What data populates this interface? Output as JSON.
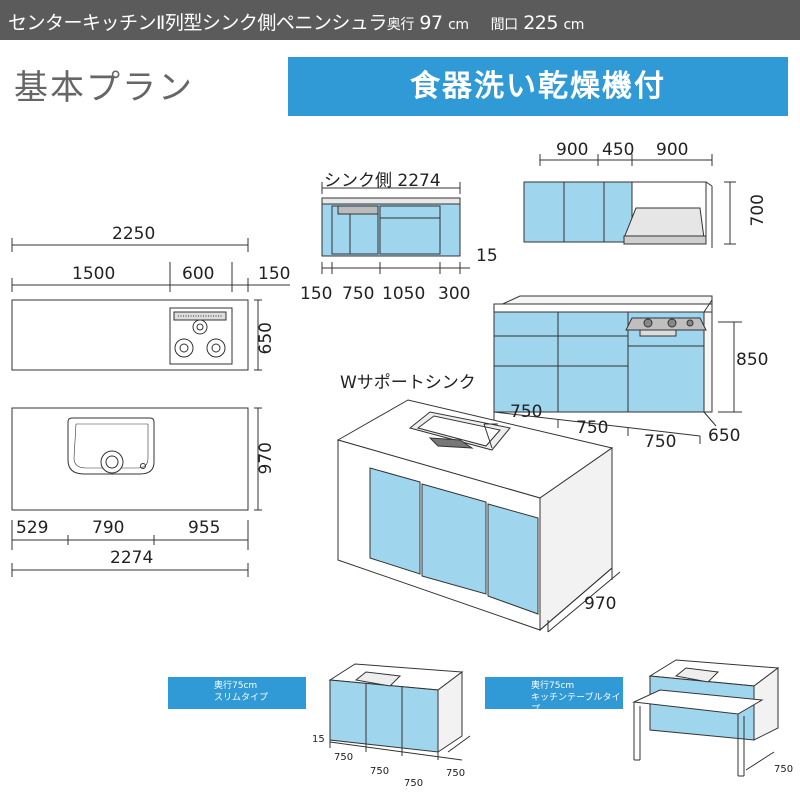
{
  "header": {
    "title": "センターキッチンⅡ列型シンク側ペニンシュラ",
    "depth_label": "奥行",
    "depth_value": "97",
    "depth_unit": "cm",
    "width_label": "間口",
    "width_value": "225",
    "width_unit": "cm"
  },
  "plan_title": "基本プラン",
  "banner": "食器洗い乾燥機付",
  "top_plan": {
    "total": "2250",
    "seg1": "1500",
    "seg2": "600",
    "seg3": "150",
    "depth": "650"
  },
  "island_plan": {
    "depth": "970",
    "seg1": "529",
    "seg2": "790",
    "seg3": "955",
    "total": "2274"
  },
  "sink_side": {
    "label": "シンク側",
    "width": "2274",
    "gap": "15",
    "seg1": "150",
    "seg2": "750",
    "seg3": "1050",
    "seg4": "300"
  },
  "wall_cabinet": {
    "seg1": "900",
    "seg2": "450",
    "seg3": "900",
    "height": "700"
  },
  "stove_side": {
    "height": "850",
    "w1": "750",
    "w2": "750",
    "w3": "750",
    "depth": "650"
  },
  "island_3d": {
    "sink_label": "Wサポートシンク",
    "depth": "970"
  },
  "slim": {
    "line1": "奥行75cm",
    "line2": "スリムタイプ",
    "gap": "15",
    "w1": "750",
    "w2": "750",
    "w3": "750",
    "depth": "750"
  },
  "table_type": {
    "line1": "奥行75cm",
    "line2": "キッチンテーブルタイプ",
    "depth": "750"
  },
  "colors": {
    "header_bg": "#5b5b5b",
    "banner_bg": "#2f9ad6",
    "cabinet_blue": "#9fd6ee",
    "line": "#333333"
  }
}
